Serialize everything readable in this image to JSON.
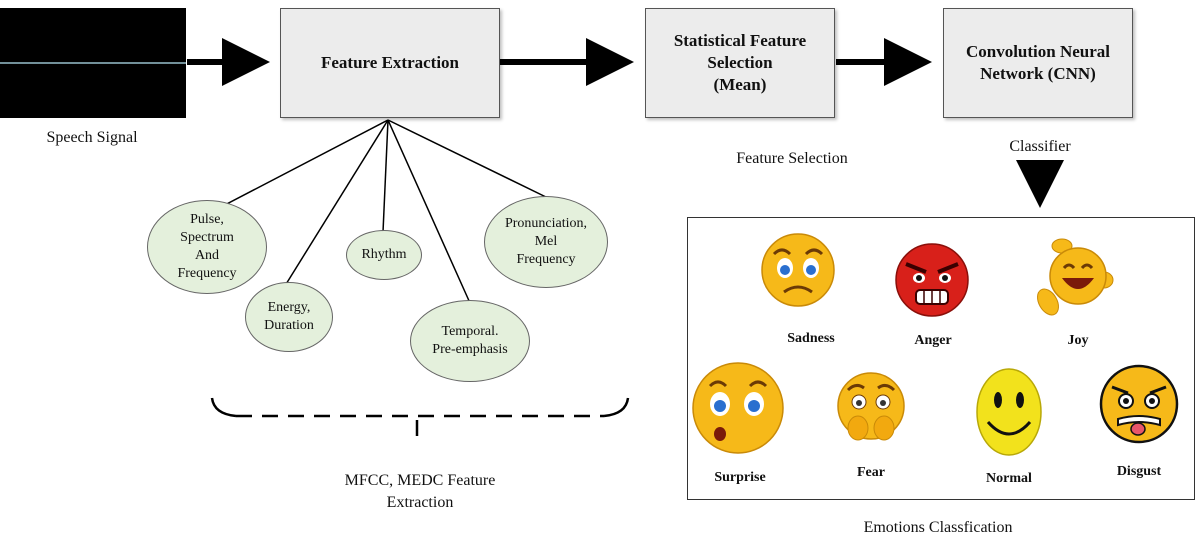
{
  "speech_signal": {
    "label": "Speech Signal",
    "icon": "waveform-icon"
  },
  "boxes": {
    "feature_extraction": "Feature Extraction",
    "statistical_selection": "Statistical Feature\nSelection\n(Mean)",
    "cnn": "Convolution Neural\nNetwork (CNN)"
  },
  "captions": {
    "feature_selection": "Feature Selection",
    "classifier": "Classifier",
    "mfcc": "MFCC, MEDC Feature\nExtraction",
    "emotions_classification": "Emotions Classfication"
  },
  "features": {
    "pulse": "Pulse,\nSpectrum\nAnd\nFrequency",
    "energy": "Energy,\nDuration",
    "rhythm": "Rhythm",
    "temporal": "Temporal.\nPre-emphasis",
    "pronunciation": "Pronunciation,\nMel\nFrequency"
  },
  "emotions": {
    "sadness": "Sadness",
    "anger": "Anger",
    "joy": "Joy",
    "surprise": "Surprise",
    "fear": "Fear",
    "normal": "Normal",
    "disgust": "Disgust"
  },
  "colors": {
    "emoji_yellow": "#f6b919",
    "anger_red": "#d8201a",
    "oval_fill": "#e4f0dc",
    "box_fill": "#ececec",
    "wave": "#2aa3ff"
  }
}
